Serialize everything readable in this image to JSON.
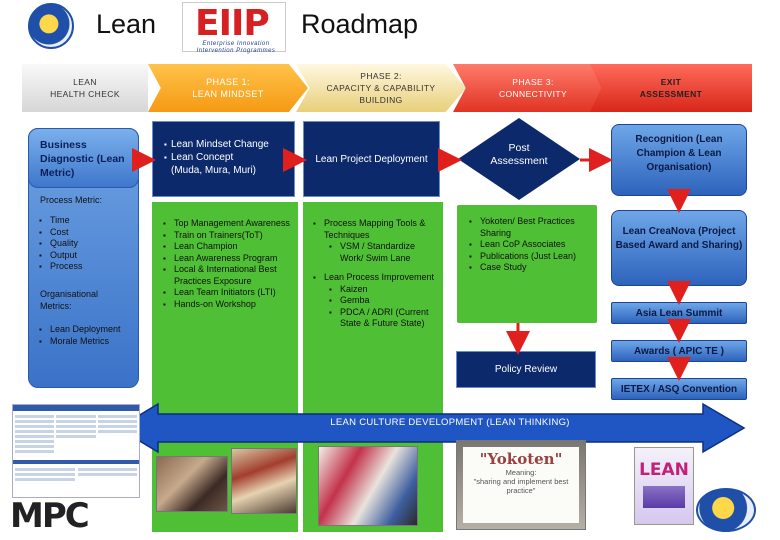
{
  "header": {
    "left_title": "Lean",
    "right_title": "Roadmap",
    "eiip_logo_text": "EIIP",
    "eiip_logo_subtitle": "Enterprise Innovation Intervention Programmes"
  },
  "phases": {
    "p0": "LEAN\nHEALTH CHECK",
    "p1": "PHASE 1:\nLEAN MINDSET",
    "p2": "PHASE 2:\nCAPACITY & CAPABILITY\nBUILDING",
    "p3": "PHASE 3:\nCONNECTIVITY",
    "p4": "EXIT\nASSESSMENT"
  },
  "col1": {
    "box_title": "Business Diagnostic (Lean Metric)",
    "process_metric_label": "Process Metric:",
    "process_metrics": [
      "Time",
      "Cost",
      "Quality",
      "Output",
      "Process"
    ],
    "org_metrics_label": "Organisational Metrics:",
    "org_metrics": [
      "Lean Deployment",
      "Morale Metrics"
    ]
  },
  "col2": {
    "top_items": [
      "Lean Mindset Change",
      "Lean Concept"
    ],
    "top_note": "(Muda, Mura, Muri)",
    "items": [
      "Top Management Awareness",
      "Train on Trainers(ToT)",
      "Lean Champion",
      "Lean Awareness Program",
      "Local & International Best Practices Exposure",
      "Lean Team Initiators (LTI)",
      "Hands-on Workshop"
    ]
  },
  "col3": {
    "top_box": "Lean Project Deployment",
    "item1": "Process Mapping Tools & Techniques",
    "item1_subs": [
      "VSM / Standardize Work/ Swim Lane"
    ],
    "item2": "Lean Process Improvement",
    "item2_subs": [
      "Kaizen",
      "Gemba",
      "PDCA / ADRI (Current State & Future State)"
    ]
  },
  "col4": {
    "diamond": "Post Assessment",
    "items": [
      "Yokoten/ Best Practices Sharing",
      "Lean CoP Associates",
      "Publications (Just Lean)",
      "Case Study"
    ],
    "policy_review": "Policy Review"
  },
  "col5": {
    "recognition": "Recognition (Lean Champion & Lean Organisation)",
    "creanova": "Lean CreaNova (Project Based Award and Sharing)",
    "asia": "Asia Lean Summit",
    "awards": "Awards ( APIC TE )",
    "ietex": "IETEX / ASQ Convention"
  },
  "banner": {
    "label": "LEAN CULTURE DEVELOPMENT (LEAN THINKING)"
  },
  "bottom": {
    "yokoten_title": "\"Yokoten\"",
    "yokoten_caption": "Meaning:\n\"sharing and implement best practice\"",
    "book_title": "LEAN",
    "mpc_logo": "MPC"
  },
  "colors": {
    "orange": "#f59a14",
    "red": "#e03424",
    "navy": "#0c2a6b",
    "green": "#4fbf35",
    "arrow_red": "#e0201c",
    "banner_blue": "#1f56c4"
  }
}
